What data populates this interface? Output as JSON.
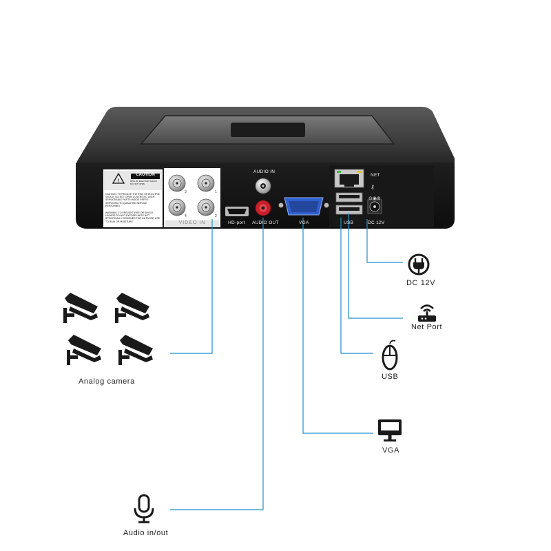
{
  "device": {
    "caution_title": "CAUTION",
    "caution_sub": "RISK OF ELECTRIC SHOCK DO NOT OPEN",
    "caution_text_1": "CAUTION: TO REDUCE THE RISK OF ELECTRIC SHOCK, DO NOT OPEN COVERS NO USER SERVICEABLE PARTS INSIDE REFER SERVICING TO QUALIFIED SERVICE PERSONNEL",
    "caution_text_2": "WARNING: TO PREVENT FIRE OR SHOCK HAZARD DO NOT EXPOSE UNITS NOT SPECIFICALLY DESIGNED FOR OUTDOOR USE TO RAIN OR MOISTURE",
    "video_in": "VIDEO IN",
    "bnc_numbers": [
      "3",
      "1",
      "4",
      "2"
    ],
    "audio_in": "AUDIO IN",
    "hd_port": "HD-port",
    "audio_out": "AUDIO OUT",
    "vga": "VGA",
    "net": "NET",
    "usb": "USB",
    "dc": "DC 12V"
  },
  "callouts": {
    "analog_camera": "Analog camera",
    "dc_12v": "DC 12V",
    "net_port": "Net Port",
    "usb": "USB",
    "vga": "VGA",
    "audio": "Audio in/out"
  },
  "colors": {
    "line": "#1f8fcf",
    "icon": "#1a1a1a",
    "device_body": "#2a2a2a",
    "panel": "#151515",
    "vga_blue": "#2f5fd0",
    "rca_red": "#c8202a"
  },
  "icons": [
    "camera-icon",
    "power-plug-icon",
    "router-icon",
    "mouse-icon",
    "monitor-icon",
    "microphone-icon"
  ]
}
